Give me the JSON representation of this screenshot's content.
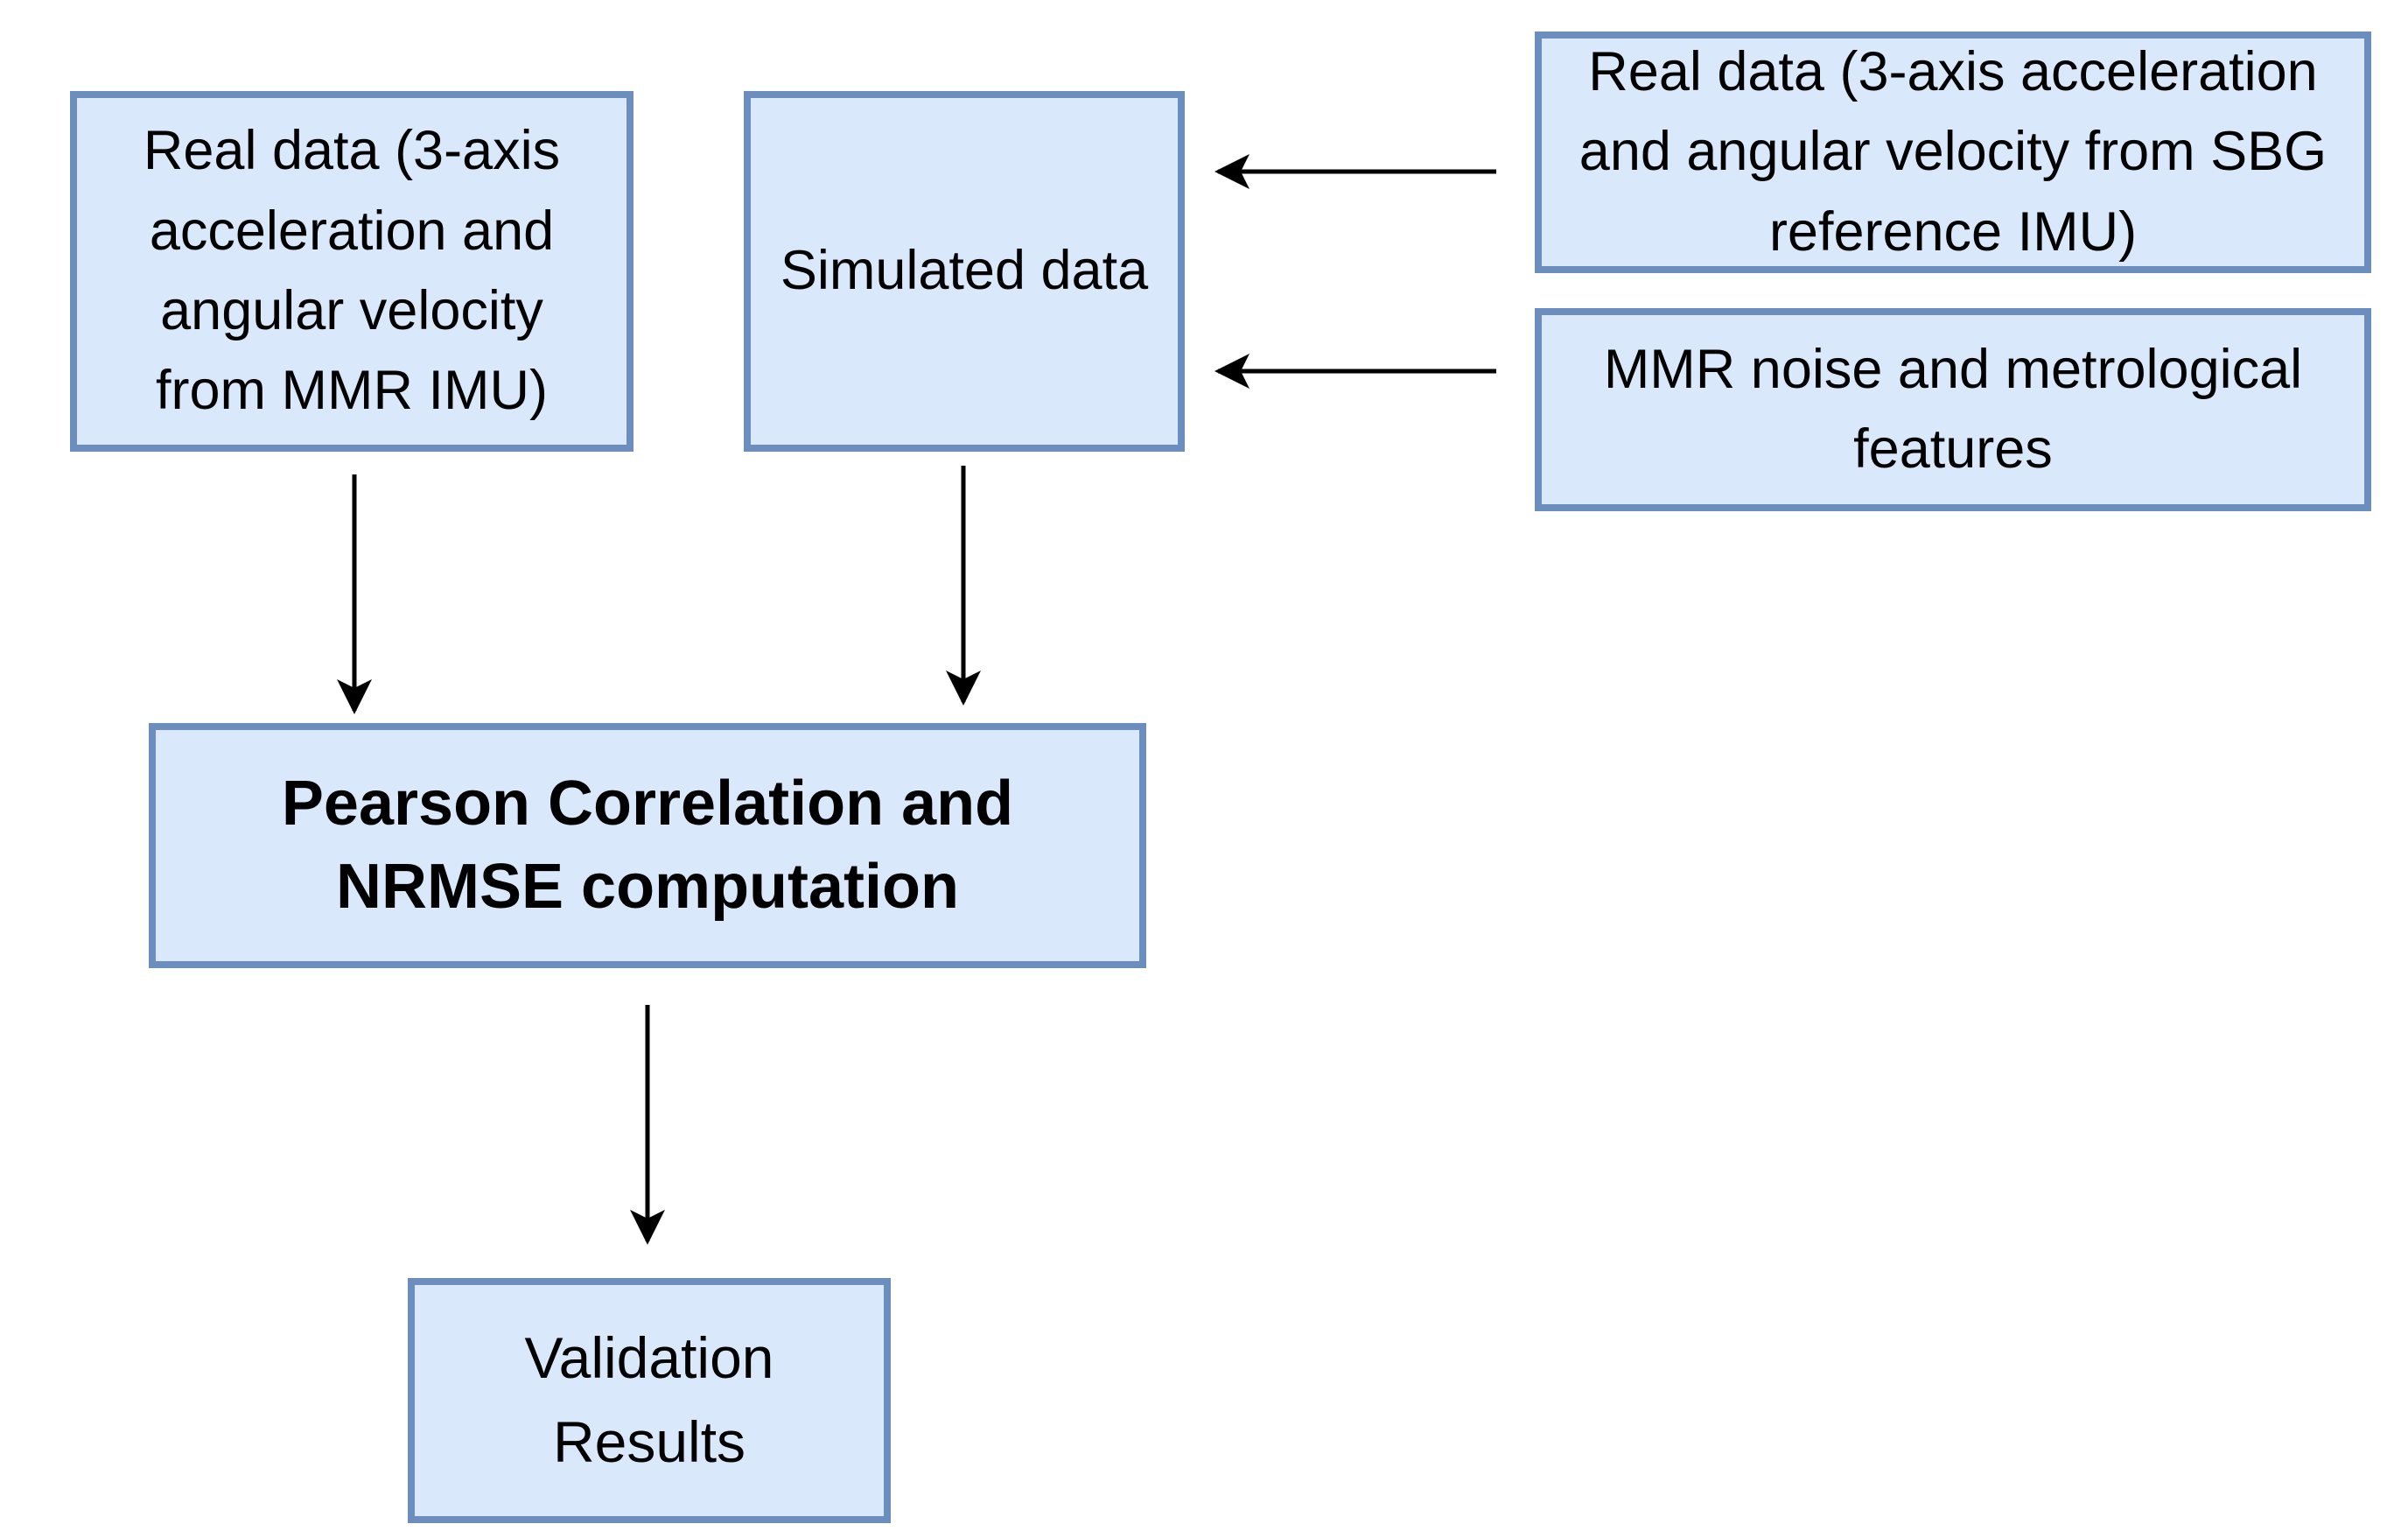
{
  "nodes": {
    "real_mmr": {
      "text": "Real data (3-axis acceleration and angular velocity from MMR IMU)"
    },
    "simulated": {
      "text": "Simulated data"
    },
    "real_sbg": {
      "text": "Real data (3-axis acceleration and angular velocity from SBG reference IMU)"
    },
    "mmr_noise": {
      "text": "MMR noise and metrological features"
    },
    "pearson": {
      "text": "Pearson Correlation and NRMSE computation"
    },
    "validation": {
      "text": "Validation Results"
    }
  },
  "edges": [
    {
      "from": "real_sbg",
      "to": "simulated"
    },
    {
      "from": "mmr_noise",
      "to": "simulated"
    },
    {
      "from": "real_mmr",
      "to": "pearson"
    },
    {
      "from": "simulated",
      "to": "pearson"
    },
    {
      "from": "pearson",
      "to": "validation"
    }
  ],
  "colors": {
    "box_fill": "#dae8fc",
    "box_border": "#6c8ebf",
    "arrow": "#000000"
  }
}
